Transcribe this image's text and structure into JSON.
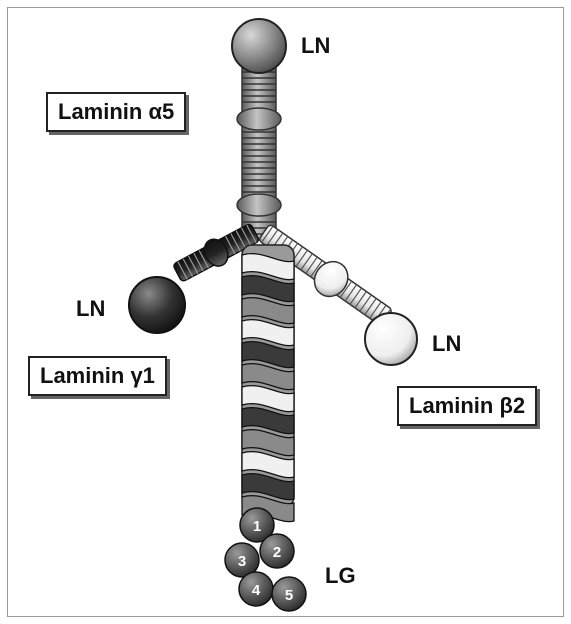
{
  "chains": {
    "alpha5": {
      "label": "Laminin α5",
      "domain": "LN"
    },
    "gamma1": {
      "label": "Laminin γ1",
      "domain": "LN"
    },
    "beta2": {
      "label": "Laminin β2",
      "domain": "LN"
    }
  },
  "lg": {
    "label": "LG",
    "modules": [
      "1",
      "2",
      "3",
      "4",
      "5"
    ]
  },
  "colors": {
    "alpha": "#8a8a8a",
    "gamma": "#3a3a3a",
    "beta": "#f0f0f0",
    "lg": "#5a5a5a"
  }
}
